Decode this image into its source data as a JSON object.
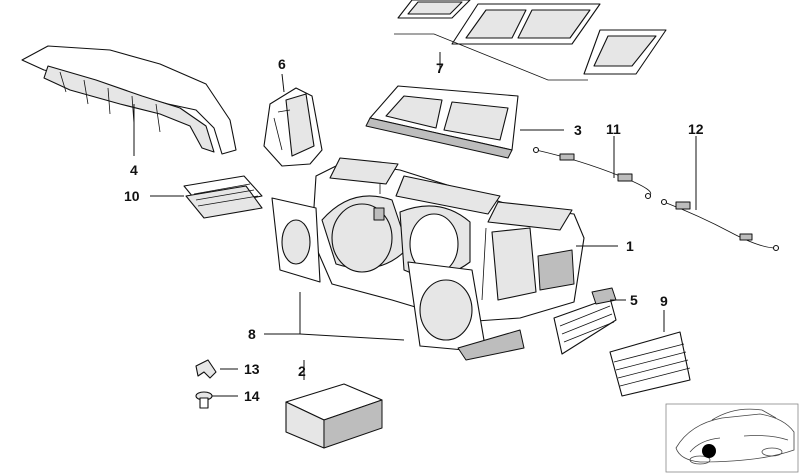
{
  "diagram": {
    "title": "Heater and air conditioning housing — exploded parts view",
    "callouts": {
      "c1": "1",
      "c2": "2",
      "c3": "3",
      "c4": "4",
      "c5": "5",
      "c6": "6",
      "c7": "7",
      "c8": "8",
      "c9": "9",
      "c10": "10",
      "c11": "11",
      "c12": "12",
      "c13": "13",
      "c14": "14"
    },
    "locator": {
      "marker_color": "#000000"
    }
  }
}
